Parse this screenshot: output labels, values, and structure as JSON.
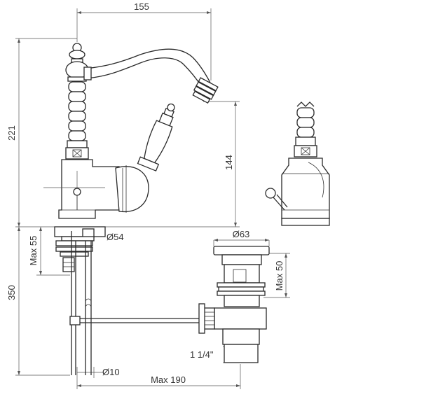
{
  "dimensions": {
    "width_155": "155",
    "height_221": "221",
    "height_144": "144",
    "dia_54": "Ø54",
    "max_55": "Max 55",
    "height_350": "350",
    "dia_63": "Ø63",
    "max_50": "Max 50",
    "thread": "1 1/4\"",
    "dia_10": "Ø10",
    "max_190": "Max 190"
  }
}
